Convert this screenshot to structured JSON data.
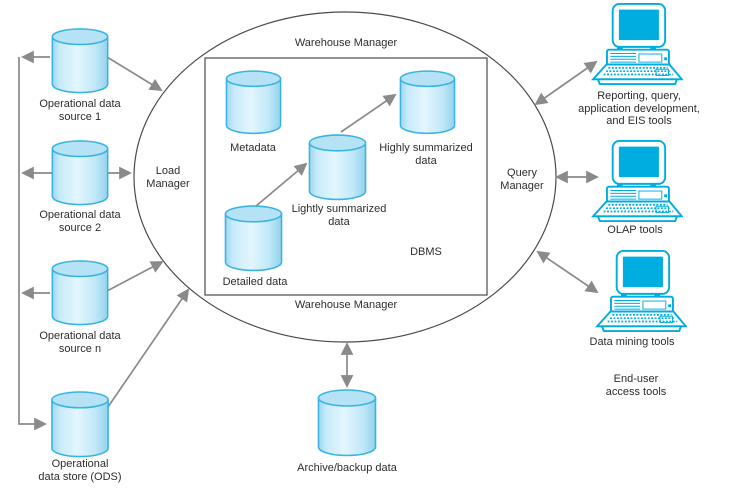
{
  "colors": {
    "cyan": "#00ade0",
    "cylinder_border": "#38b4e2",
    "cylinder_fill": "#cdecfa",
    "arrow": "#8a8a8a",
    "outline": "#4a4a4a",
    "text": "#2d2d2d"
  },
  "warehouse_ellipse": {
    "top_label": "Warehouse Manager",
    "bottom_label": "Warehouse Manager",
    "load_manager": "Load\nManager",
    "query_manager": "Query\nManager"
  },
  "dbms_box": {
    "label": "DBMS",
    "stores": [
      {
        "label": "Metadata"
      },
      {
        "label": "Highly summarized\ndata"
      },
      {
        "label": "Lightly summarized\ndata"
      },
      {
        "label": "Detailed data"
      }
    ]
  },
  "sources": [
    {
      "label": "Operational data\nsource 1"
    },
    {
      "label": "Operational data\nsource 2"
    },
    {
      "label": "Operational data\nsource n"
    },
    {
      "label": "Operational\ndata store (ODS)"
    }
  ],
  "archive": {
    "label": "Archive/backup data"
  },
  "tools": [
    {
      "label": "Reporting, query,\napplication development,\nand EIS tools"
    },
    {
      "label": "OLAP tools"
    },
    {
      "label": "Data mining tools"
    }
  ],
  "end_user_label": "End-user\naccess tools"
}
